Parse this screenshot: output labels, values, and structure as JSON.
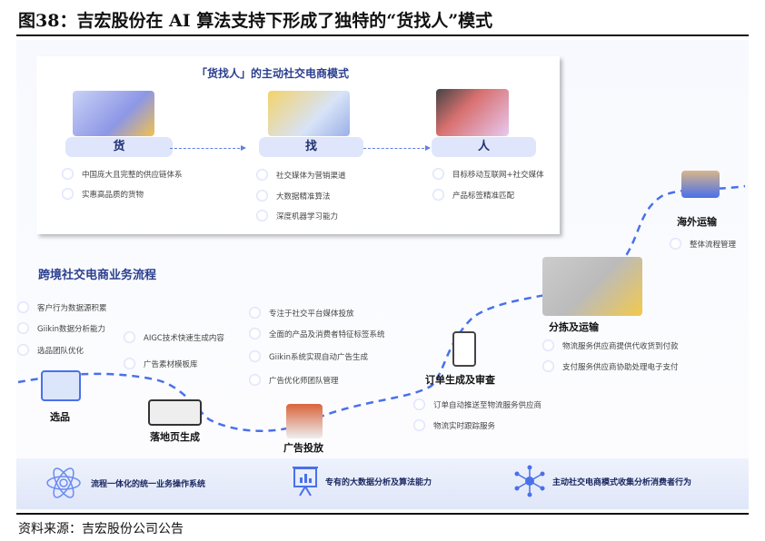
{
  "title": "图38：吉宏股份在 AI 算法支持下形成了独特的“货找人”模式",
  "model": {
    "title": "「货找人」的主动社交电商模式",
    "columns": [
      {
        "label": "货",
        "items": [
          "中国庞大且完整的供应链体系",
          "实惠高品质的货物"
        ]
      },
      {
        "label": "找",
        "items": [
          "社交媒体为营销渠道",
          "大数据精准算法",
          "深度机器学习能力"
        ]
      },
      {
        "label": "人",
        "items": [
          "目标移动互联网+社交媒体",
          "产品标签精准匹配"
        ]
      }
    ]
  },
  "process": {
    "title": "跨境社交电商业务流程",
    "stages": [
      {
        "label": "选品",
        "items": [
          "客户行为数据源积累",
          "Giikin数据分析能力",
          "选品团队优化"
        ]
      },
      {
        "label": "落地页生成",
        "items": [
          "AIGC技术快速生成内容",
          "广告素材模板库"
        ]
      },
      {
        "label": "广告投放",
        "items": [
          "专注于社交平台媒体投放",
          "全面的产品及消费者特征标签系统",
          "Giikin系统实现自动广告生成",
          "广告优化师团队管理"
        ]
      },
      {
        "label": "订单生成及审查",
        "items": [
          "订单自动推送至物流服务供应商",
          "物流实时跟踪服务"
        ]
      },
      {
        "label": "分拣及运输",
        "items": [
          "物流服务供应商提供代收货到付款",
          "支付服务供应商协助处理电子支付"
        ]
      },
      {
        "label": "海外运输",
        "items": [
          "整体流程管理"
        ]
      }
    ]
  },
  "features": [
    "流程一体化的统一业务操作系统",
    "专有的大数据分析及算法能力",
    "主动社交电商模式收集分析消费者行为"
  ],
  "source": "资料来源：吉宏股份公司公告"
}
